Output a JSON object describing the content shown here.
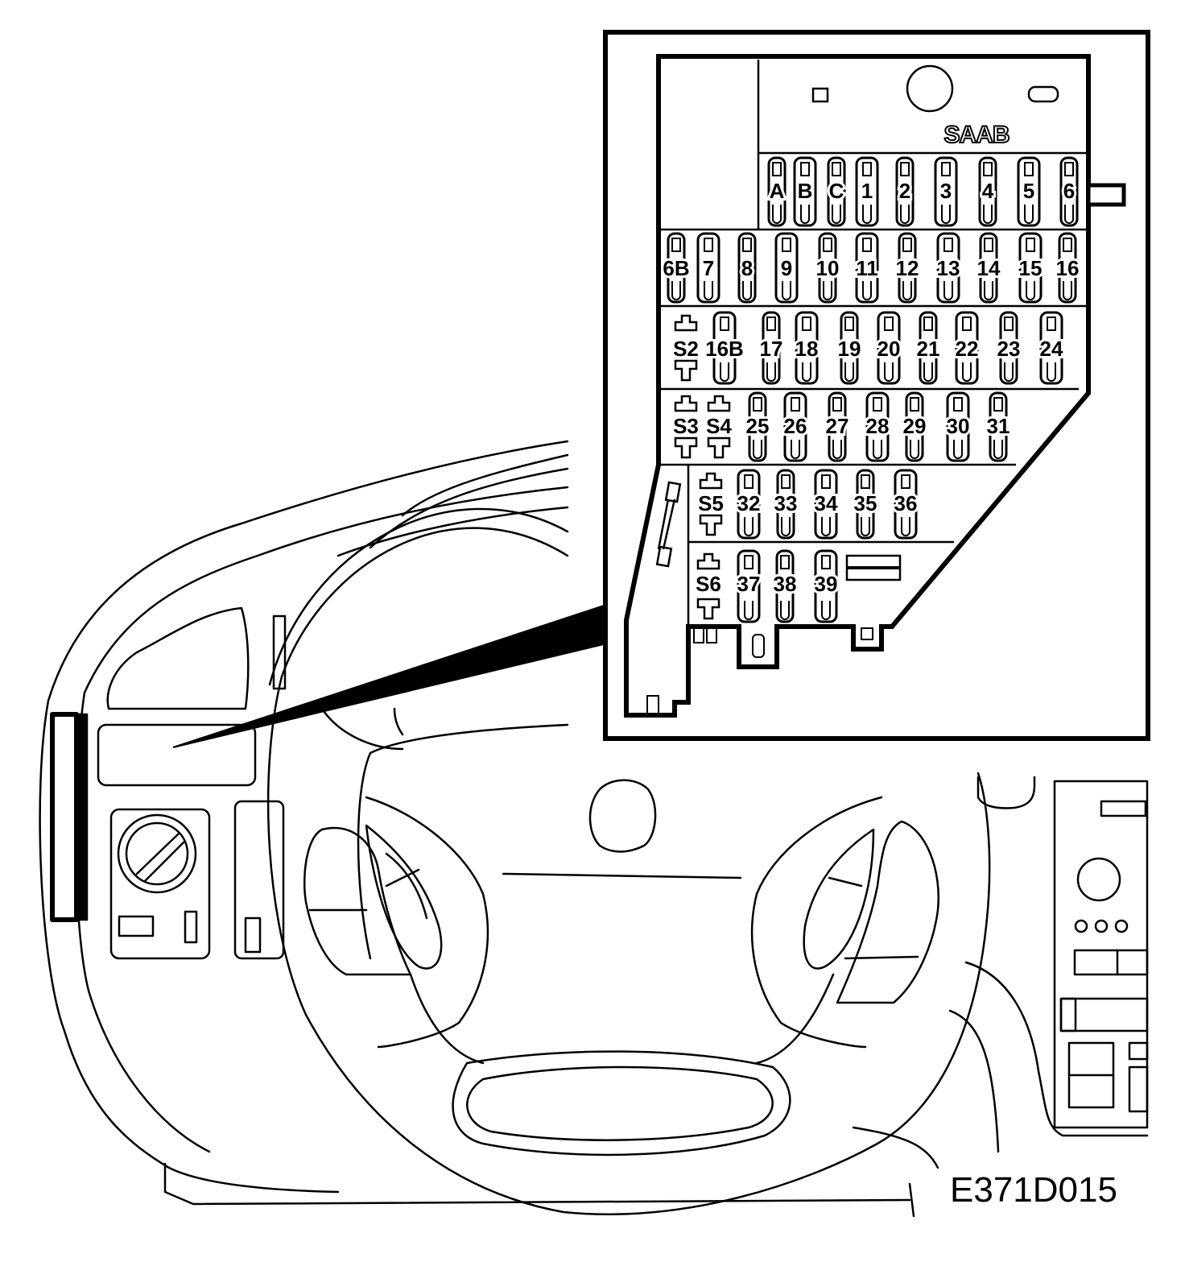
{
  "diagram": {
    "reference_code": "E371D015",
    "brand_logo": "SAAB",
    "fuse_box": {
      "rows": [
        {
          "id": "row1",
          "labels": [
            "A",
            "B",
            "C",
            "1",
            "2",
            "3",
            "4",
            "5",
            "6"
          ]
        },
        {
          "id": "row2",
          "labels": [
            "6B",
            "7",
            "8",
            "9",
            "10",
            "11",
            "12",
            "13",
            "14",
            "15",
            "16"
          ]
        },
        {
          "id": "row3",
          "labels": [
            "S2",
            "16B",
            "17",
            "18",
            "19",
            "20",
            "21",
            "22",
            "23",
            "24"
          ]
        },
        {
          "id": "row4",
          "labels": [
            "S3",
            "S4",
            "25",
            "26",
            "27",
            "28",
            "29",
            "30",
            "31"
          ]
        },
        {
          "id": "row5",
          "labels": [
            "S5",
            "32",
            "33",
            "34",
            "35",
            "36"
          ]
        },
        {
          "id": "row6",
          "labels": [
            "S6",
            "37",
            "38",
            "39"
          ]
        }
      ]
    }
  }
}
